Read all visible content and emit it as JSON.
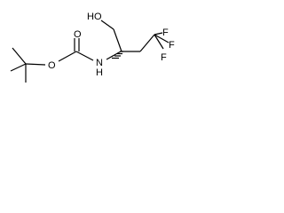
{
  "molecule": {
    "atoms": {
      "carbonyl_o": "O",
      "ester_o": "O",
      "amide_n": "N",
      "amide_h": "H",
      "hydroxyl": "HO",
      "fluorine_top": "F",
      "fluorine_right": "F",
      "fluorine_bottom": "F"
    },
    "colors": {
      "bond": "#000000",
      "text": "#000000",
      "background": "#ffffff"
    }
  }
}
